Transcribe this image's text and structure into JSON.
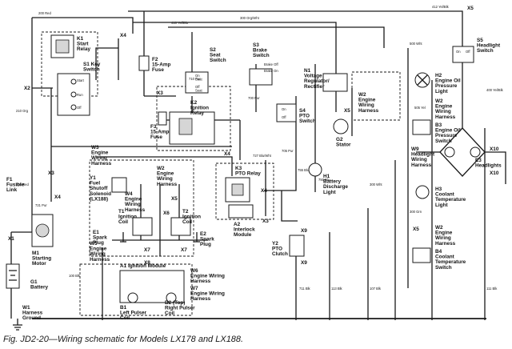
{
  "caption": "Fig. JD2-20—Wiring schematic for Models LX178 and LX188.",
  "wires": {
    "w200": "200 Red",
    "w300": "300 Org/Wht",
    "w410": "410 Yel/Blu",
    "w412": "412 Yel/Blk",
    "w210": "210 Org",
    "w216": "216 Red",
    "w721": "721 Pur",
    "w100": "100 Blk",
    "w700": "700 Pur",
    "w705": "705 Pur",
    "w755": "755 Blu",
    "w750": "750 Blu",
    "w300b": "300 Wht",
    "w500": "500 Wht",
    "w113": "113 Blk",
    "w107": "107 Blk",
    "w111": "111 Blk",
    "w710": "710 Pur",
    "w711": "711 Blk",
    "w727": "727 Blu/Wht",
    "w400": "400 Yel/Blk",
    "w300c": "300 Grn",
    "w505": "505 Yel"
  },
  "labels": {
    "k1": "K1\nStart\nRelay",
    "s1": "S1 Key\nSwitch",
    "f2": "F2\n15-Amp\nFuse",
    "s2": "S2\nSeat\nSwitch",
    "s3": "S3\nBrake\nSwitch",
    "n1": "N1\nVoltage\nRegulator/\nRectifier",
    "w2a": "W2\nEngine\nWiring\nHarness",
    "s5": "S5\nHeadlight\nSwitch",
    "k2": "K2\nIgnition\nRelay",
    "f3": "F3\n15-Amp\nFuse",
    "s4": "S4\nPTO\nSwitch",
    "h2": "H2\nEngine Oil\nPressure\nLight",
    "w2b": "W2\nEngine\nWiring\nHarness",
    "b3": "B3\nEngine Oil\nPressure\nSwitch",
    "g2": "G2\nStator",
    "w9": "W9\nHeadlight\nWiring\nHarness",
    "e3": "E3\nHeadlights",
    "w3": "W3\nEngine\nWiring\nHarness",
    "f1": "F1\nFusible\nLink",
    "y1": "Y1\nFuel\nShutoff\nSolenoid\n(LX188)",
    "w4": "W4\nEngine\nWiring\nHarness",
    "w2c": "W2\nEngine\nWiring\nHarness",
    "k3": "K3\nPTO Relay",
    "h1": "H1\nBattery\nDischarge\nLight",
    "h3": "H3\nCoolant\nTemperature\nLight",
    "t1": "T1\nIgnition\nCoil",
    "t2": "T2\nIgnition\nCoil",
    "e1": "E1\nSpark\nPlug",
    "e2": "E2\nSpark\nPlug",
    "a2": "A2\nInterlock\nModule",
    "m1": "M1\nStarting\nMotor",
    "w5": "W5\nEngine\nWiring\nHarness",
    "y2": "Y2\nPTO\nClutch",
    "w2d": "W2\nEngine\nWiring\nHarness",
    "b4": "B4\nCoolant\nTemperature\nSwitch",
    "g1": "G1\nBattery",
    "a1": "A1 Ignition Module",
    "w6": "W6\nEngine Wiring\nHarness",
    "w7": "W7\nEngine Wiring\nHarness",
    "b1": "B1\nLeft Pulser\nCoil",
    "b2": "B2 (Top)\nRight Pulser\nCoil",
    "w1": "W1\nHarness\nGround"
  },
  "connectors": {
    "x1": "X1",
    "x2": "X2",
    "x3": "X3",
    "x4": "X4",
    "x5": "X5",
    "x6": "X6",
    "x7": "X7",
    "x8": "X8",
    "x9": "X9",
    "x10": "X10"
  },
  "switch_states": {
    "key_start": "Start",
    "key_run": "Run",
    "key_off": "Off",
    "seat_on": "On\nSeat",
    "seat_off": "Off\nSeat",
    "brake_off": "Brake Off",
    "brake_on": "Brake On",
    "pto_on": "On",
    "pto_off": "Off",
    "head_on": "On",
    "head_off": "Off"
  }
}
